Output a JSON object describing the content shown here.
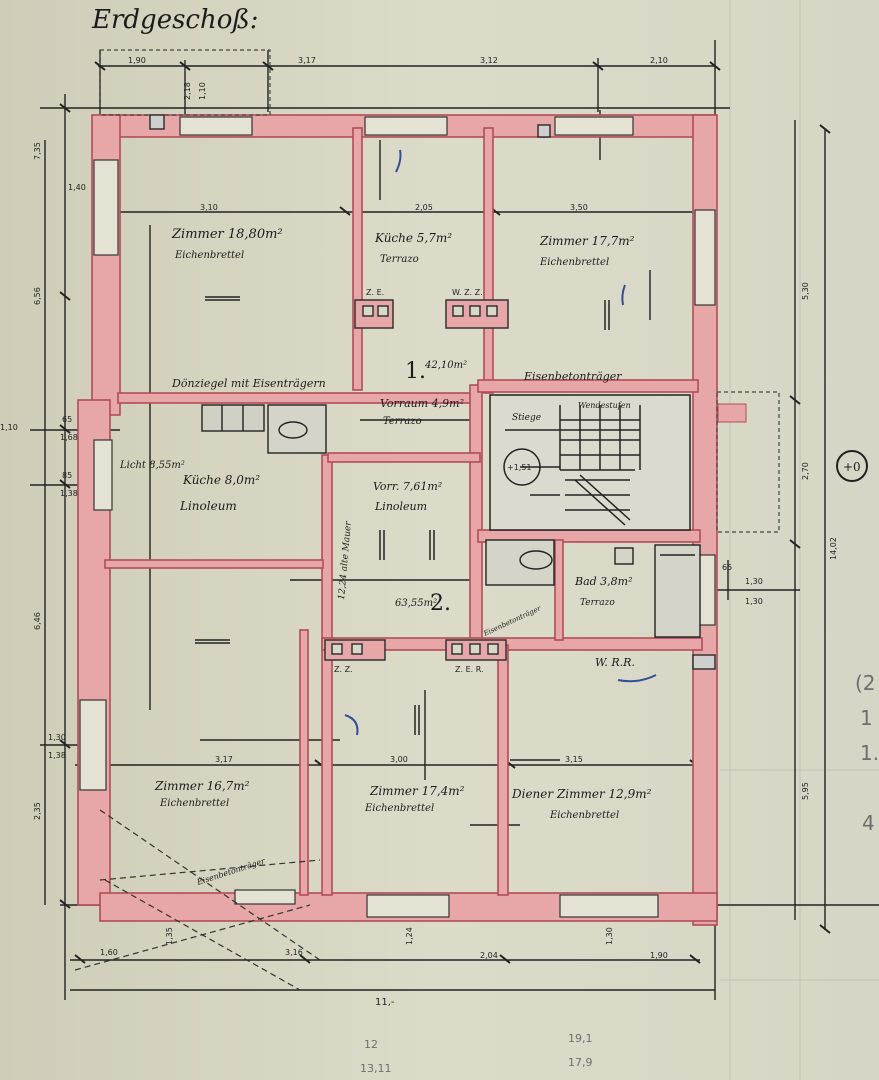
{
  "title": "Erdgeschoß:",
  "colors": {
    "paper": "#d9d8c6",
    "wall": "#e7a7a8",
    "wall_edge": "#b04a55",
    "ink": "#1b1b1b",
    "blue": "#2f4f9a"
  },
  "rooms": {
    "zimmer_nw": {
      "name": "Zimmer 18,80m²",
      "floor": "Eichenbrettel"
    },
    "kuche_top": {
      "name": "Küche 5,7m²",
      "floor": "Terrazo"
    },
    "zimmer_ne": {
      "name": "Zimmer 17,7m²",
      "floor": "Eichenbrettel"
    },
    "vorraum": {
      "name": "Vorraum 4,9m²",
      "floor": "Terrazo"
    },
    "kuche_mid": {
      "name": "Küche 8,0m²",
      "floor": "Linoleum",
      "prefix": "Licht 8,55m²"
    },
    "vorraum2": {
      "name": "Vorr. 7,61m²",
      "floor": "Linoleum"
    },
    "stiege": {
      "name": "Stiege",
      "note": "Wendestufen"
    },
    "bad": {
      "name": "Bad 3,8m²",
      "floor": "Terrazo"
    },
    "wc": {
      "name": "W. R.R."
    },
    "zimmer_sw": {
      "name": "Zimmer 16,7m²",
      "floor": "Eichenbrettel"
    },
    "zimmer_s": {
      "name": "Zimmer 17,4m²",
      "floor": "Eichenbrettel"
    },
    "diener": {
      "name": "Diener Zimmer 12,9m²",
      "floor": "Eichenbrettel"
    }
  },
  "labels": {
    "unit1": "1.",
    "unit1_area": "42,10m²",
    "unit2": "2.",
    "unit2_area": "63,55m²",
    "duppel": "Dönziegel mit Eisenträgern",
    "eisenbeton": "Eisenbetonträger",
    "eisenbeton_short": "Eisenbetonträger",
    "alte_mauer": "12,24 alte Mauer",
    "circle": "+0",
    "stiege_circle": "+1,51",
    "ze1": "Z. E.",
    "ze2": "W. Z. Z.",
    "ze3": "Z. Z.",
    "ze4": "Z. E. R."
  },
  "dimensions": {
    "top": [
      "1,90",
      "3,17",
      "3,12",
      "2,10"
    ],
    "top_upper": [
      "2,18",
      "1,10"
    ],
    "inner_top": [
      "3,10",
      "2,05",
      "3,50"
    ],
    "left": [
      "7,35",
      "1,40",
      "6,56",
      "6,46",
      "2,35"
    ],
    "right": [
      "5,30",
      "2,70",
      "5,95"
    ],
    "right_total": "14,02",
    "mid_left": [
      "65",
      "1,68",
      "85",
      "1,38",
      "1,30",
      "1,38"
    ],
    "inner_bottom": [
      "3,17",
      "3,00",
      "3,15"
    ],
    "bottom": [
      "1,60",
      "3,16",
      "2,04",
      "1,90"
    ],
    "bottom_total": "11,-",
    "window_heights": [
      "1,35",
      "1,24",
      "1,30"
    ],
    "right_small": [
      "65",
      "1,30",
      "1,30"
    ]
  },
  "margin_notes": {
    "right": [
      "(2",
      "1",
      "1.",
      "4"
    ],
    "bottom": [
      "12",
      "13,11",
      "19,1",
      "17,9"
    ],
    "left": "1,10"
  }
}
